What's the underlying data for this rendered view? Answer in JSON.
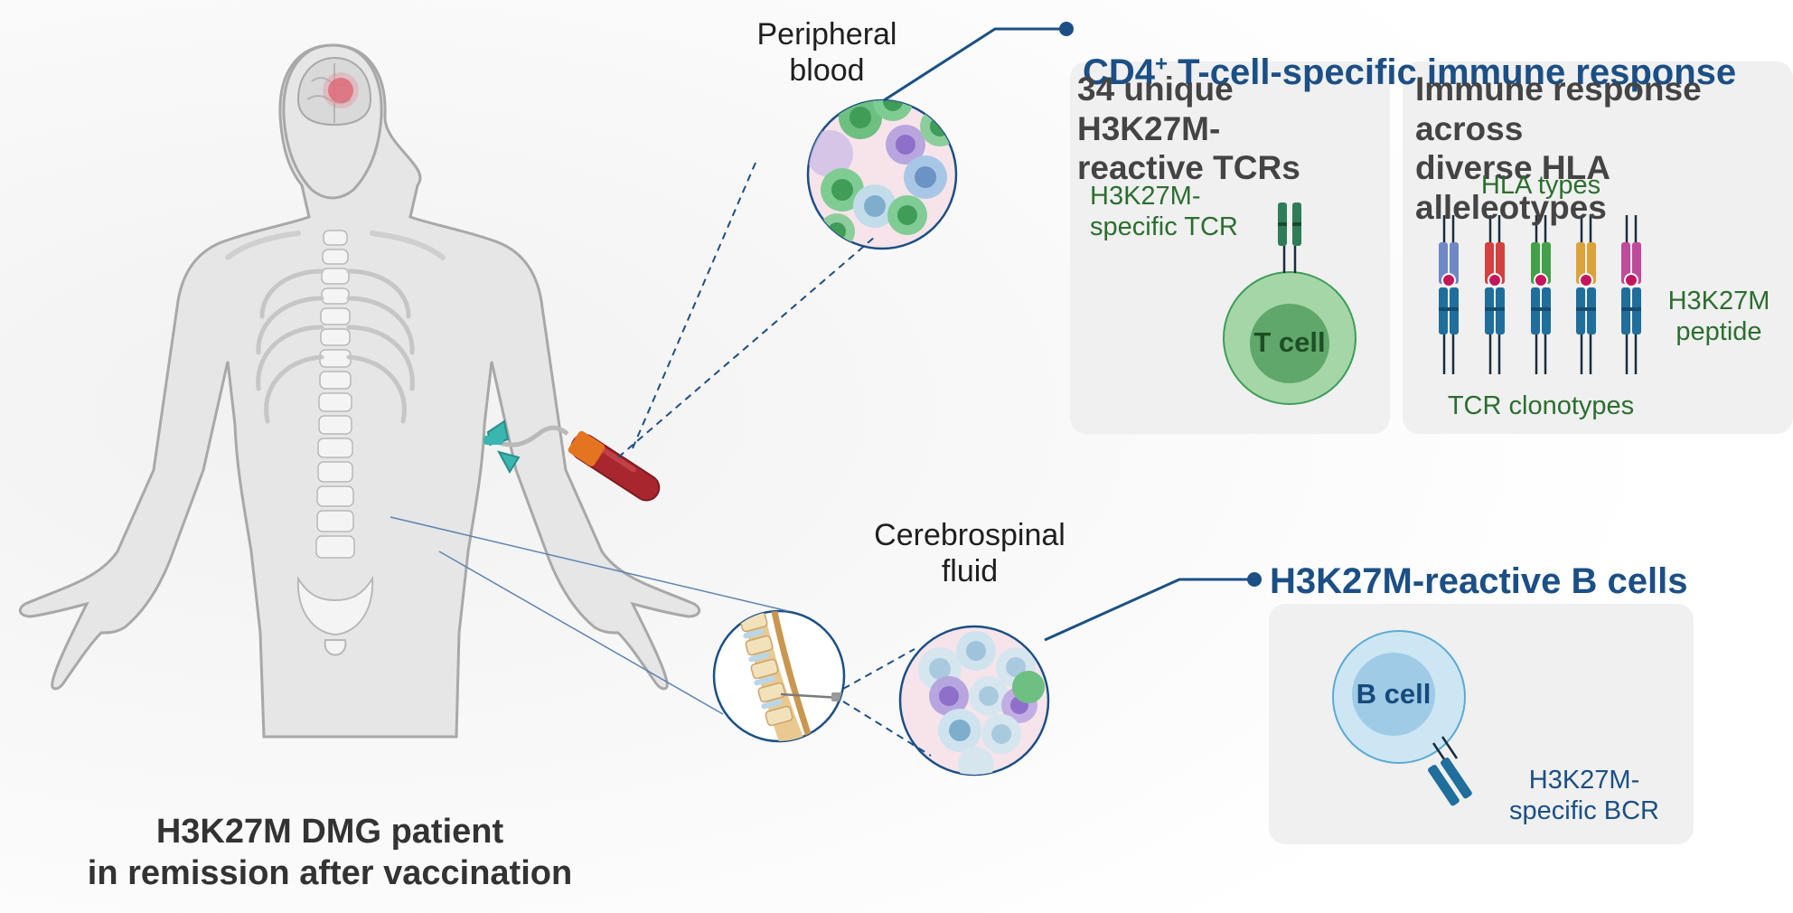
{
  "patient": {
    "title_line1": "H3K27M DMG patient",
    "title_line2": "in remission after vaccination"
  },
  "peripheral": {
    "label": "Peripheral\nblood"
  },
  "csf": {
    "label": "Cerebrospinal\nfluid"
  },
  "tcell_section": {
    "header_prefix": "CD4",
    "header_sup": "+",
    "header_rest": " T-cell-specific immune response",
    "panel1": {
      "title": "34 unique H3K27M-\nreactive TCRs",
      "tcr_label": "H3K27M-\nspecific TCR",
      "cell_label": "T cell"
    },
    "panel2": {
      "title": "Immune response across\ndiverse HLA alleleotypes",
      "hla_label": "HLA types",
      "peptide_label": "H3K27M\npeptide",
      "clonotype_label": "TCR clonotypes"
    }
  },
  "bcell_section": {
    "header": "H3K27M-reactive B cells",
    "cell_label": "B cell",
    "bcr_label": "H3K27M-\nspecific BCR"
  },
  "colors": {
    "accent_blue": "#1b4f86",
    "label_green": "#2c6e2f",
    "hla_alleles": [
      "#6f88c7",
      "#d2403f",
      "#43a048",
      "#dba23a",
      "#c04a9b"
    ]
  }
}
